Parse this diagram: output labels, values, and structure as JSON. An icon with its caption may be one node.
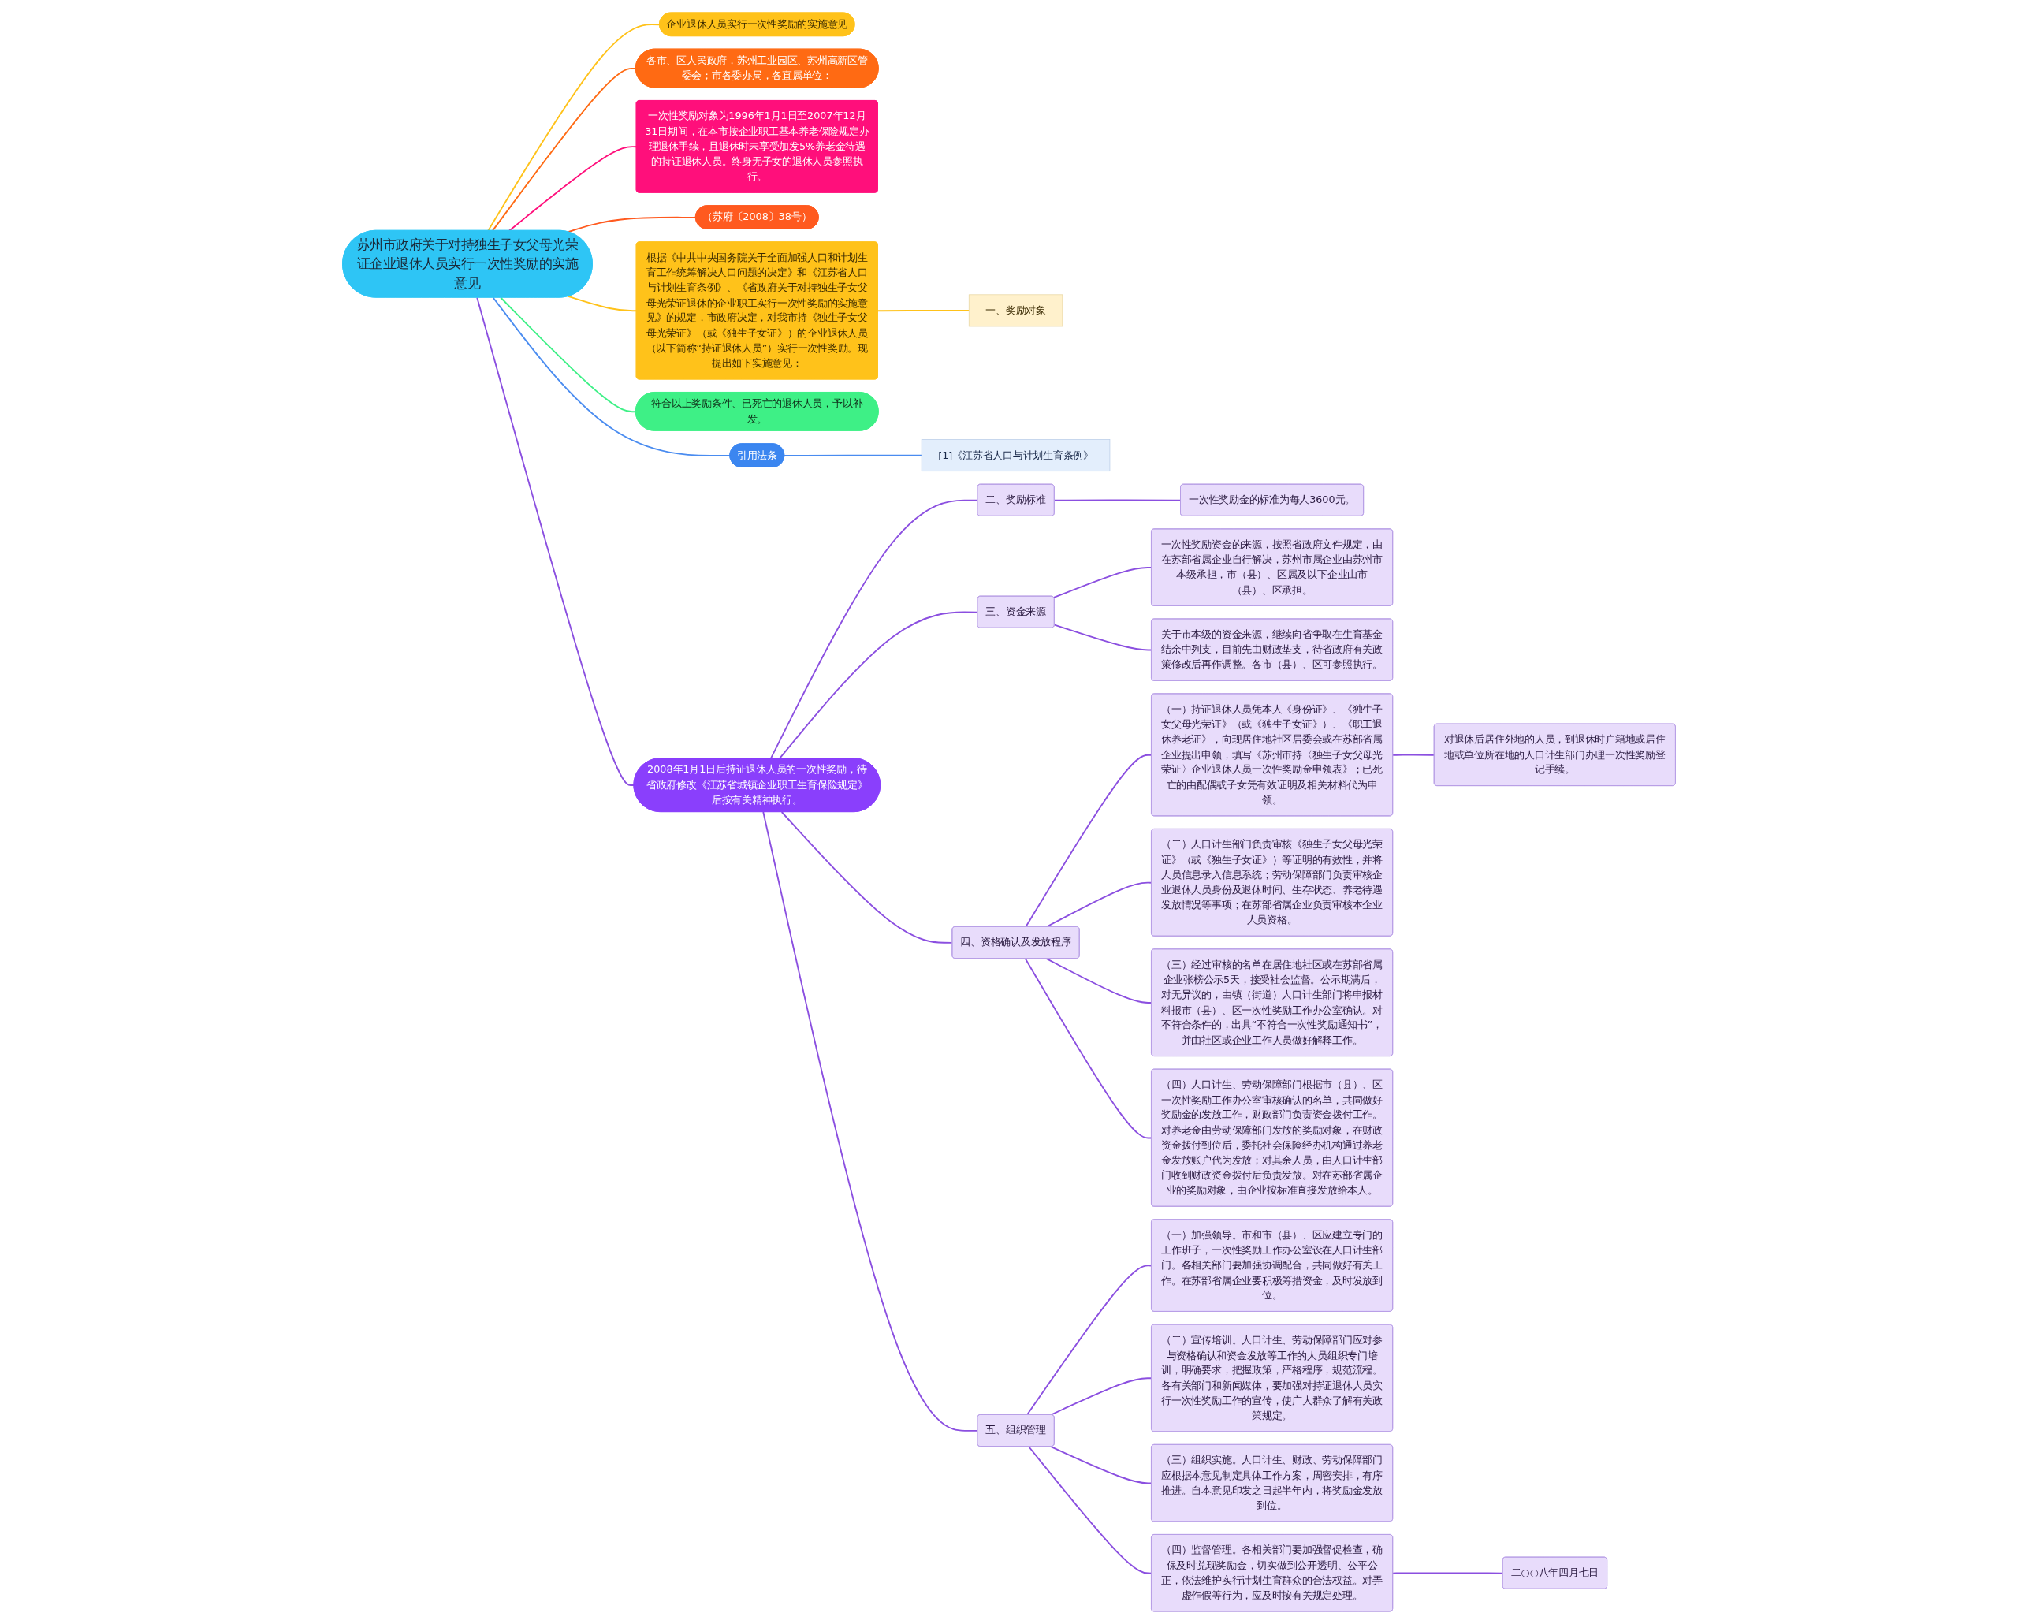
{
  "diagram": {
    "nodes": [
      {
        "text": [
          "苏州市政府关于对持独生子女父母光荣证企业退休人员实行一次性奖励的实施意见"
        ]
      },
      {
        "text": [
          "企业退休人员实行一次性奖励的实施意见"
        ]
      },
      {
        "text": [
          "各市、区人民政府，苏州工业园区、苏州高新区管委会；市各委办局，各直属单位："
        ]
      },
      {
        "text": [
          "一次性奖励对象为1996年1月1日至2007年12月31日期间，在本市按企业职工基本养老保险规定办理退休手续，且退休时未享受加发5%养老金待遇的持证退休人员。终身无子女的退休人员参照执行。"
        ]
      },
      {
        "text": [
          "（苏府〔2008〕38号）"
        ]
      },
      {
        "text": [
          "根据《中共中央国务院关于全面加强人口和计划生育工作统筹解决人口问题的决定》和《江苏省人口与计划生育条例》、《省政府关于对持独生子女父母光荣证退休的企业职工实行一次性奖励的实施意见》的规定，市政府决定，对我市持《独生子女父母光荣证》（或《独生子女证》）的企业退休人员（以下简称“持证退休人员”）实行一次性奖励。现提出如下实施意见："
        ]
      },
      {
        "text": [
          "一、奖励对象"
        ]
      },
      {
        "text": [
          "符合以上奖励条件、已死亡的退休人员，予以补发。"
        ]
      },
      {
        "text": [
          "引用法条"
        ]
      },
      {
        "text": [
          "[1]《江苏省人口与计划生育条例》"
        ]
      },
      {
        "text": [
          "2008年1月1日后持证退休人员的一次性奖励，待省政府修改《江苏省城镇企业职工生育保险规定》后按有关精神执行。"
        ]
      },
      {
        "text": [
          "二、奖励标准"
        ]
      },
      {
        "text": [
          "一次性奖励金的标准为每人3600元。"
        ]
      },
      {
        "text": [
          "三、资金来源"
        ]
      },
      {
        "text": [
          "一次性奖励资金的来源，按照省政府文件规定，由在苏部省属企业自行解决，苏州市属企业由苏州市本级承担，市（县）、区属及以下企业由市（县）、区承担。"
        ]
      },
      {
        "text": [
          "关于市本级的资金来源，继续向省争取在生育基金结余中列支，目前先由财政垫支，待省政府有关政策修改后再作调整。各市（县）、区可参照执行。"
        ]
      },
      {
        "text": [
          "四、资格确认及发放程序"
        ]
      },
      {
        "text": [
          "（一）持证退休人员凭本人《身份证》、《独生子女父母光荣证》（或《独生子女证》）、《职工退休养老证》，向现居住地社区居委会或在苏部省属企业提出申领，填写《苏州市持〈独生子女父母光荣证〉企业退休人员一次性奖励金申领表》；已死亡的由配偶或子女凭有效证明及相关材料代为申领。"
        ]
      },
      {
        "text": [
          "对退休后居住外地的人员，到退休时户籍地或居住地或单位所在地的人口计生部门办理一次性奖励登记手续。"
        ]
      },
      {
        "text": [
          "（二）人口计生部门负责审核《独生子女父母光荣证》（或《独生子女证》）等证明的有效性，并将人员信息录入信息系统；劳动保障部门负责审核企业退休人员身份及退休时间、生存状态、养老待遇发放情况等事项；在苏部省属企业负责审核本企业人员资格。"
        ]
      },
      {
        "text": [
          "（三）经过审核的名单在居住地社区或在苏部省属企业张榜公示5天，接受社会监督。公示期满后，对无异议的，由镇（街道）人口计生部门将申报材料报市（县）、区一次性奖励工作办公室确认。对不符合条件的，出具“不符合一次性奖励通知书”，并由社区或企业工作人员做好解释工作。"
        ]
      },
      {
        "text": [
          "（四）人口计生、劳动保障部门根据市（县）、区一次性奖励工作办公室审核确认的名单，共同做好奖励金的发放工作，财政部门负责资金拨付工作。对养老金由劳动保障部门发放的奖励对象，在财政资金拨付到位后，委托社会保险经办机构通过养老金发放账户代为发放；对其余人员，由人口计生部门收到财政资金拨付后负责发放。对在苏部省属企业的奖励对象，由企业按标准直接发放给本人。"
        ]
      },
      {
        "text": [
          "五、组织管理"
        ]
      },
      {
        "text": [
          "（一）加强领导。市和市（县）、区应建立专门的工作班子，一次性奖励工作办公室设在人口计生部门。各相关部门要加强协调配合，共同做好有关工作。在苏部省属企业要积极筹措资金，及时发放到位。"
        ]
      },
      {
        "text": [
          "（二）宣传培训。人口计生、劳动保障部门应对参与资格确认和资金发放等工作的人员组织专门培训，明确要求，把握政策，严格程序，规范流程。各有关部门和新闻媒体，要加强对持证退休人员实行一次性奖励工作的宣传，使广大群众了解有关政策规定。"
        ]
      },
      {
        "text": [
          "（三）组织实施。人口计生、财政、劳动保障部门应根据本意见制定具体工作方案，周密安排，有序推进。自本意见印发之日起半年内，将奖励金发放到位。"
        ]
      },
      {
        "text": [
          "（四）监督管理。各相关部门要加强督促检查，确保及时兑现奖励金，切实做到公开透明、公平公正，依法维护实行计划生育群众的合法权益。对弄虚作假等行为，应及时按有关规定处理。"
        ]
      },
      {
        "text": [
          "二○○八年四月七日"
        ]
      }
    ],
    "edges": [
      {
        "from": 0,
        "to": 1,
        "arrow": "none",
        "color": "#ffc21a"
      },
      {
        "from": 0,
        "to": 2,
        "arrow": "none",
        "color": "#ff6a13"
      },
      {
        "from": 0,
        "to": 3,
        "arrow": "none",
        "color": "#ff0f7b"
      },
      {
        "from": 0,
        "to": 4,
        "arrow": "none",
        "color": "#ff5a1f"
      },
      {
        "from": 0,
        "to": 5,
        "arrow": "none",
        "color": "#ffc21a"
      },
      {
        "from": 5,
        "to": 6,
        "arrow": "none",
        "color": "#ffc21a"
      },
      {
        "from": 0,
        "to": 7,
        "arrow": "none",
        "color": "#3ef086"
      },
      {
        "from": 0,
        "to": 8,
        "arrow": "none",
        "color": "#4a8cf0"
      },
      {
        "from": 8,
        "to": 9,
        "arrow": "none",
        "color": "#4a8cf0"
      },
      {
        "from": 0,
        "to": 10,
        "arrow": "none"
      },
      {
        "from": 10,
        "to": 11,
        "arrow": "none"
      },
      {
        "from": 11,
        "to": 12,
        "arrow": "none"
      },
      {
        "from": 10,
        "to": 13,
        "arrow": "none"
      },
      {
        "from": 13,
        "to": 14,
        "arrow": "none"
      },
      {
        "from": 13,
        "to": 15,
        "arrow": "none"
      },
      {
        "from": 10,
        "to": 16,
        "arrow": "none"
      },
      {
        "from": 16,
        "to": 17,
        "arrow": "none"
      },
      {
        "from": 17,
        "to": 18,
        "arrow": "none"
      },
      {
        "from": 16,
        "to": 19,
        "arrow": "none"
      },
      {
        "from": 16,
        "to": 20,
        "arrow": "none"
      },
      {
        "from": 16,
        "to": 21,
        "arrow": "none"
      },
      {
        "from": 10,
        "to": 22,
        "arrow": "none"
      },
      {
        "from": 22,
        "to": 23,
        "arrow": "none"
      },
      {
        "from": 22,
        "to": 24,
        "arrow": "none"
      },
      {
        "from": 22,
        "to": 25,
        "arrow": "none"
      },
      {
        "from": 22,
        "to": 26,
        "arrow": "none"
      },
      {
        "from": 26,
        "to": 27,
        "arrow": "none"
      }
    ]
  }
}
